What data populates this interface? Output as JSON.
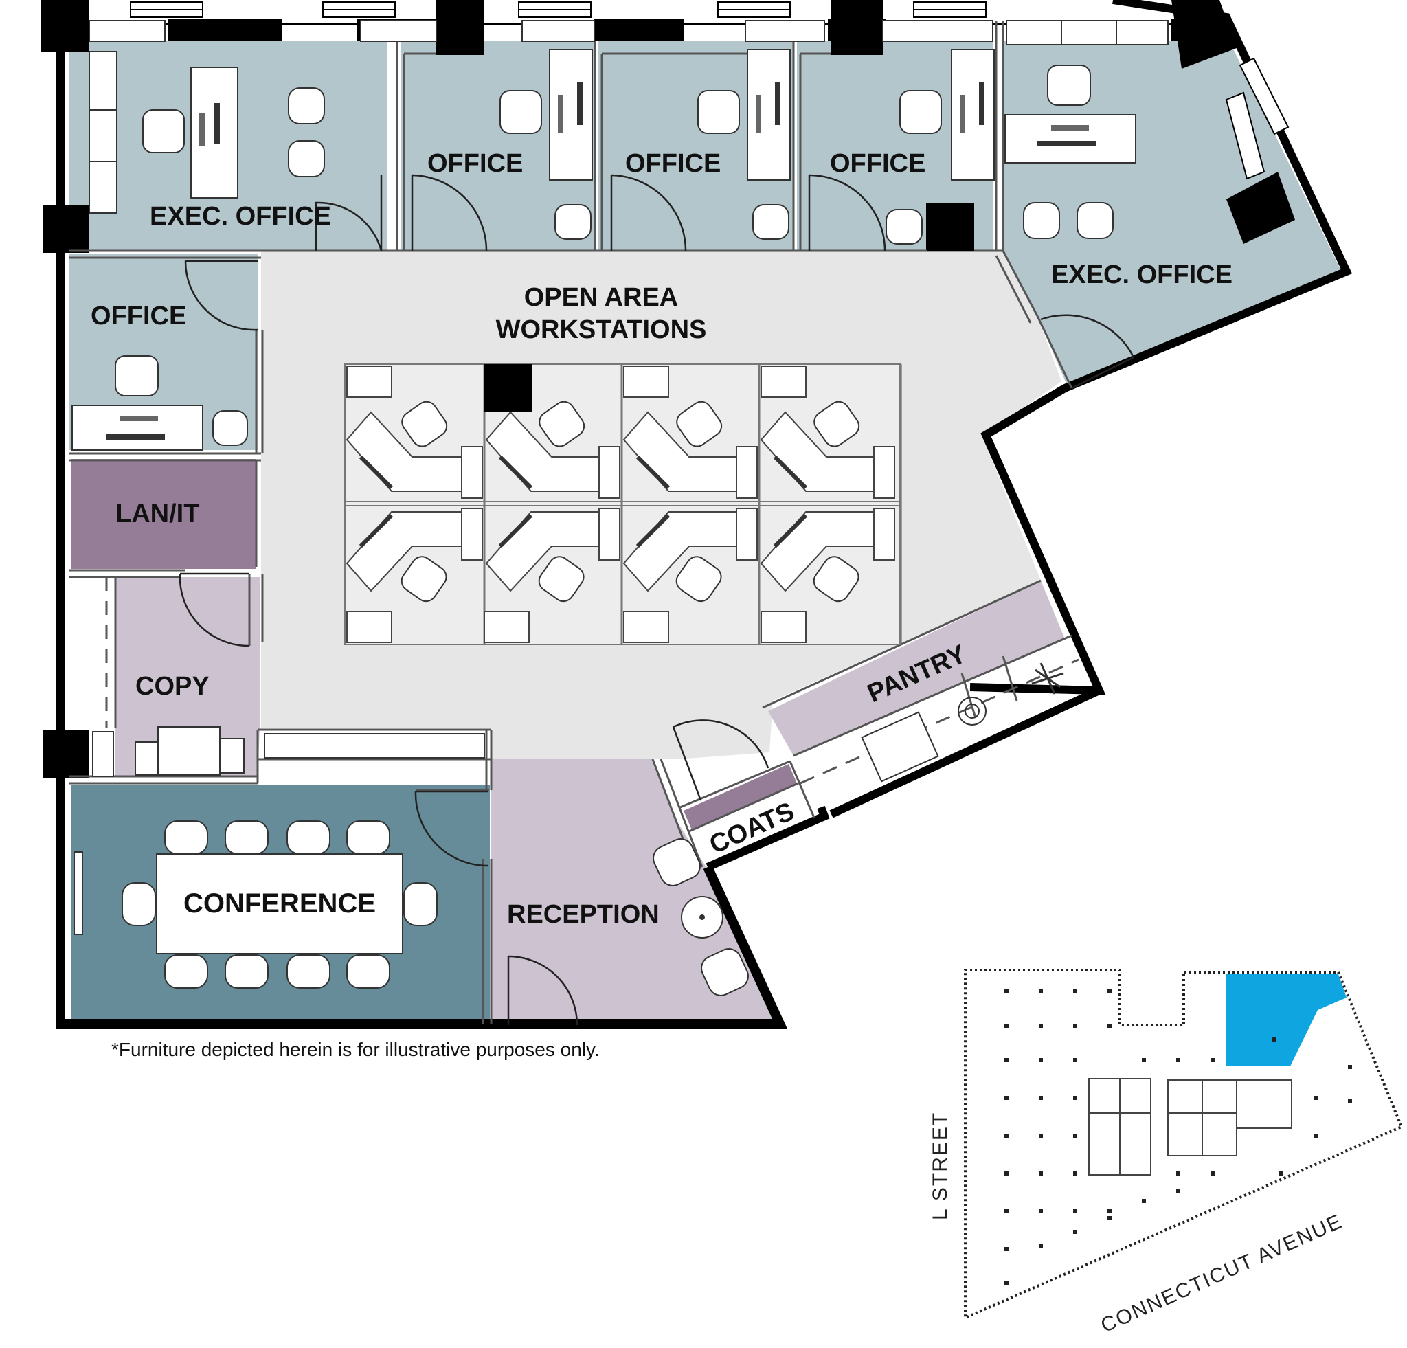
{
  "colors": {
    "office": "#b3c6cc",
    "open_area": "#e6e6e6",
    "lan_it": "#967d97",
    "light_purple": "#cdc2cf",
    "conference": "#668c99",
    "walls": "#000000",
    "keyplan_highlight": "#0ea5e0"
  },
  "rooms": {
    "exec_office_1": "EXEC. OFFICE",
    "office_1": "OFFICE",
    "office_2": "OFFICE",
    "office_3": "OFFICE",
    "exec_office_2": "EXEC. OFFICE",
    "office_west": "OFFICE",
    "open_area_line1": "OPEN AREA",
    "open_area_line2": "WORKSTATIONS",
    "lan_it": "LAN/IT",
    "copy": "COPY",
    "pantry": "PANTRY",
    "coats": "COATS",
    "conference": "CONFERENCE",
    "reception": "RECEPTION"
  },
  "footnote": "*Furniture depicted herein is for illustrative purposes only.",
  "keyplan": {
    "street_west": "L STREET",
    "street_south": "CONNECTICUT AVENUE"
  },
  "icons": [
    "chair-icon",
    "desk-icon",
    "monitor-icon",
    "keyboard-icon",
    "snowflake-icon",
    "burner-icon",
    "sink-icon",
    "copier-icon",
    "window-icon",
    "column-icon"
  ]
}
